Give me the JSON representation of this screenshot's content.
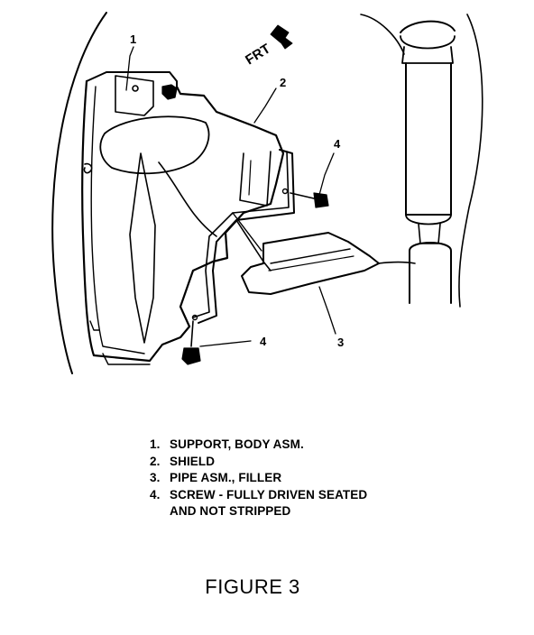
{
  "diagram": {
    "direction_label": "FRT",
    "callouts": {
      "support": "1",
      "shield": "2",
      "pipe": "3",
      "screw_upper": "4",
      "screw_lower": "4"
    }
  },
  "legend": {
    "items": [
      {
        "number": "1.",
        "text": "SUPPORT, BODY ASM."
      },
      {
        "number": "2.",
        "text": "SHIELD"
      },
      {
        "number": "3.",
        "text": "PIPE ASM., FILLER"
      },
      {
        "number": "4.",
        "text": "SCREW - FULLY DRIVEN SEATED\nAND NOT STRIPPED"
      }
    ]
  },
  "caption": "FIGURE 3"
}
